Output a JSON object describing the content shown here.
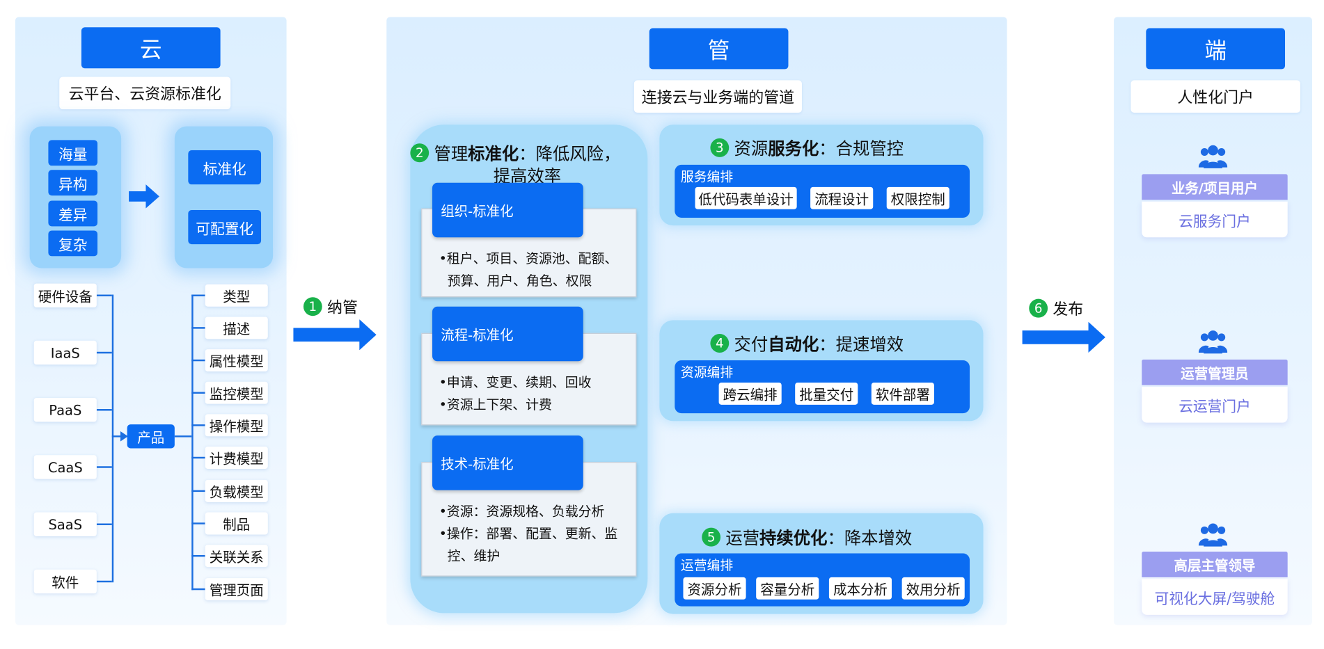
{
  "cloud": {
    "title": "云",
    "subtitle": "云平台、云资源标准化",
    "traits": [
      "海量",
      "异构",
      "差异",
      "复杂"
    ],
    "outcomes": [
      "标准化",
      "可配置化"
    ],
    "sources": [
      "硬件设备",
      "IaaS",
      "PaaS",
      "CaaS",
      "SaaS",
      "软件"
    ],
    "product": "产品",
    "attributes": [
      "类型",
      "描述",
      "属性模型",
      "监控模型",
      "操作模型",
      "计费模型",
      "负载模型",
      "制品",
      "关联关系",
      "管理页面"
    ]
  },
  "steps": {
    "s1": {
      "num": "1",
      "label": "纳管"
    },
    "s6": {
      "num": "6",
      "label": "发布"
    }
  },
  "pipe": {
    "title": "管",
    "subtitle": "连接云与业务端的管道",
    "mgmt": {
      "num": "2",
      "pre": "管理",
      "bold": "标准化",
      "post": "：降低风险，",
      "line2": "提高效率",
      "cards": [
        {
          "tab": "组织-标准化",
          "lines": [
            "•租户、项目、资源池、配额、",
            "  预算、用户、角色、权限"
          ]
        },
        {
          "tab": "流程-标准化",
          "lines": [
            "•申请、变更、续期、回收",
            "•资源上下架、计费"
          ]
        },
        {
          "tab": "技术-标准化",
          "lines": [
            "•资源：资源规格、负载分析",
            "•操作：部署、配置、更新、监",
            "  控、维护"
          ]
        }
      ]
    },
    "svc3": {
      "num": "3",
      "pre": "资源",
      "bold": "服务化",
      "post": "：合规管控",
      "bar": "服务编排",
      "pills": [
        "低代码表单设计",
        "流程设计",
        "权限控制"
      ]
    },
    "svc4": {
      "num": "4",
      "pre": "交付",
      "bold": "自动化",
      "post": "：提速增效",
      "bar": "资源编排",
      "pills": [
        "跨云编排",
        "批量交付",
        "软件部署"
      ]
    },
    "svc5": {
      "num": "5",
      "pre": "运营",
      "bold": "持续优化",
      "post": "：降本增效",
      "bar": "运营编排",
      "pills": [
        "资源分析",
        "容量分析",
        "成本分析",
        "效用分析"
      ]
    }
  },
  "edge": {
    "title": "端",
    "subtitle": "人性化门户",
    "roles": [
      {
        "role": "业务/项目用户",
        "portal": "云服务门户"
      },
      {
        "role": "运营管理员",
        "portal": "云运营门户"
      },
      {
        "role": "高层主管领导",
        "portal": "可视化大屏/驾驶舱"
      }
    ]
  },
  "colors": {
    "primary": "#0b6cf2",
    "step_badge": "#19b14a",
    "role": "#9b9ef0",
    "portal_text": "#6a6fe0"
  }
}
